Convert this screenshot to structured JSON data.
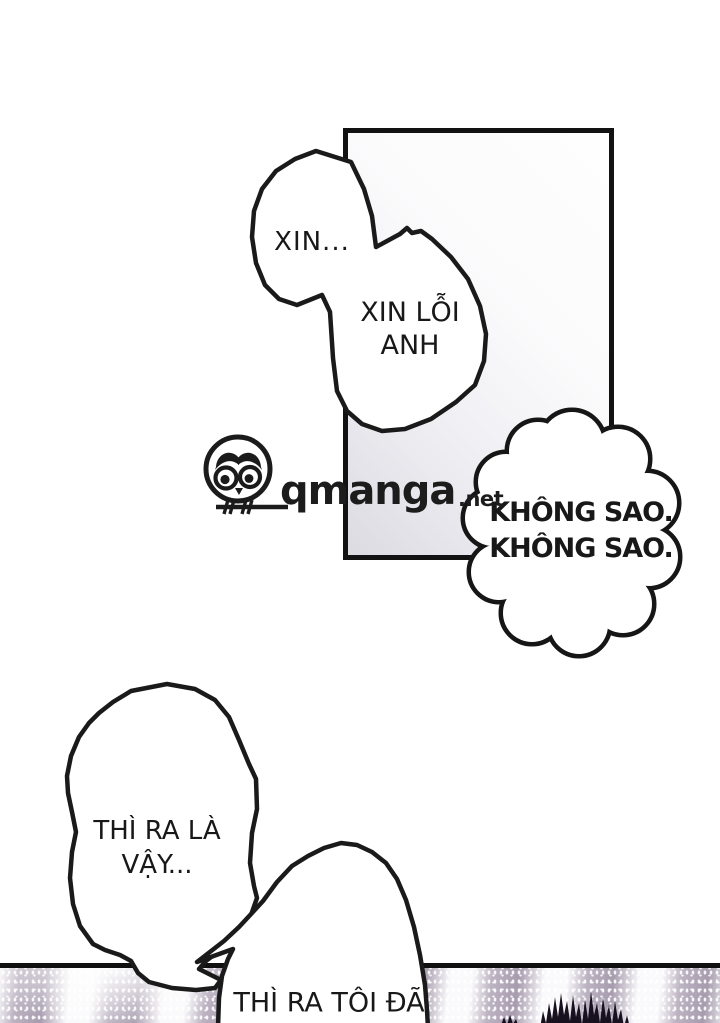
{
  "watermark": {
    "site_name": "qmanga",
    "tld": ".net",
    "icon": "owl-on-branch"
  },
  "bubbles": {
    "xin": {
      "lines": [
        "XIN..."
      ]
    },
    "xin_loi": {
      "lines": [
        "XIN LỖI",
        "ANH"
      ]
    },
    "khong_sao": {
      "lines": [
        "KHÔNG SAO.",
        "KHÔNG SAO."
      ]
    },
    "thi_ra": {
      "lines": [
        "THÌ RA LÀ",
        "VẬY..."
      ]
    },
    "thi_ra_toi": {
      "lines": [
        "THÌ RA TÔI ĐÃ"
      ]
    }
  },
  "colors": {
    "ink": "#161616",
    "paper": "#ffffff",
    "panel_shade": "#dcdbe2",
    "screentone": "#b1a6b4"
  }
}
